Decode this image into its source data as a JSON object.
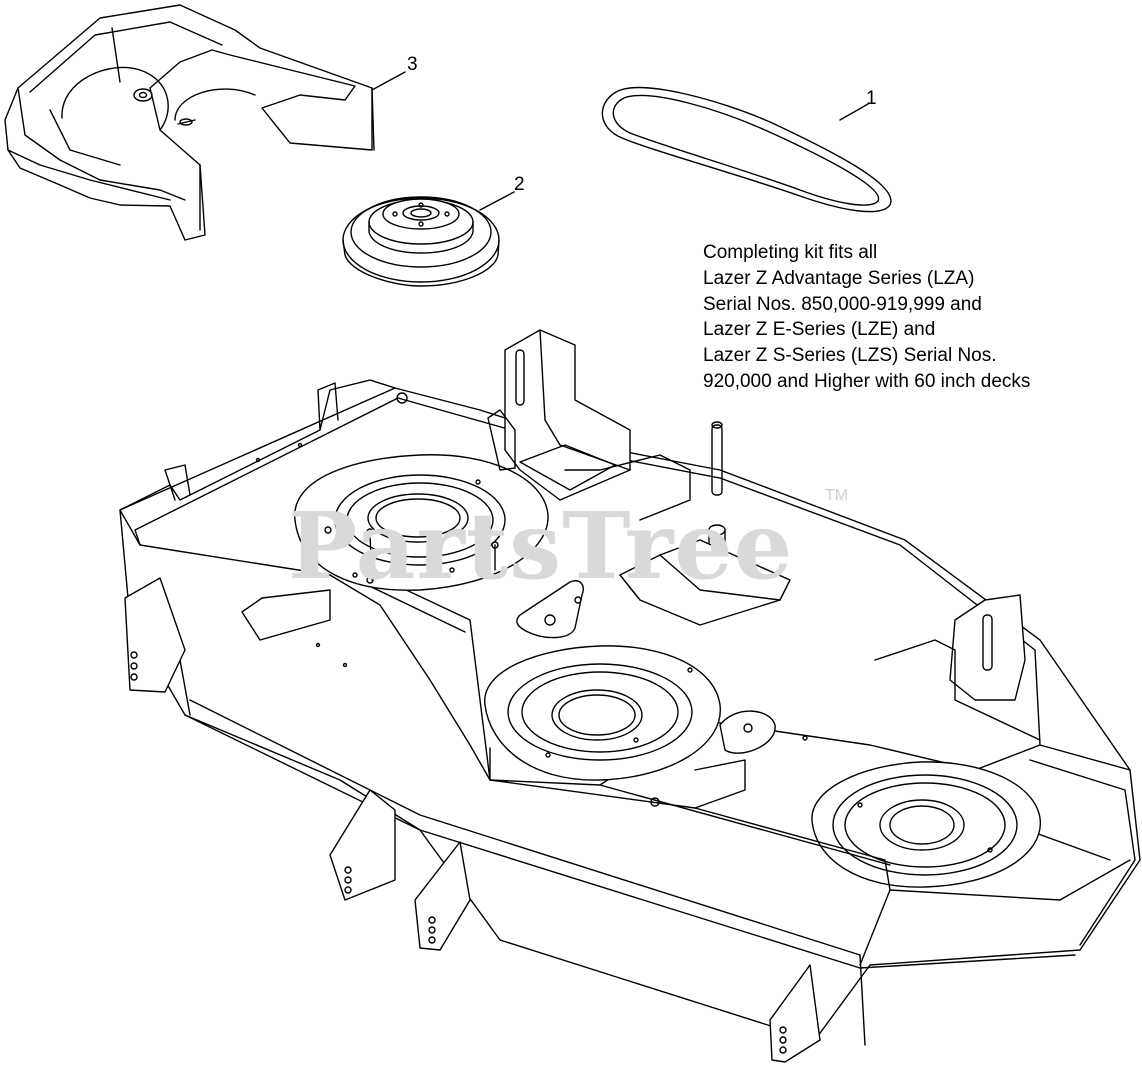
{
  "callouts": [
    {
      "label": "1",
      "part": "belt"
    },
    {
      "label": "2",
      "part": "pulley"
    },
    {
      "label": "3",
      "part": "cover"
    }
  ],
  "note": {
    "lines": [
      "Completing kit fits all",
      "Lazer Z Advantage Series (LZA)",
      "Serial Nos. 850,000-919,999 and",
      "Lazer Z E-Series (LZE) and",
      "Lazer Z S-Series (LZS) Serial Nos.",
      "920,000 and Higher with 60 inch decks"
    ]
  },
  "watermark": {
    "text": "PartsTree",
    "trademark": "TM"
  },
  "colors": {
    "line": "#000000",
    "background": "#ffffff",
    "watermark": "#d9d9d9"
  }
}
